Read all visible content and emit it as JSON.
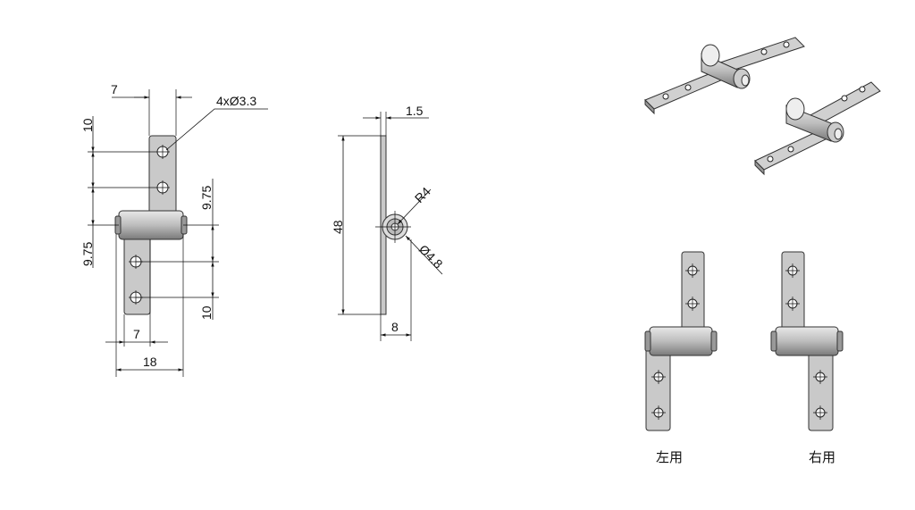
{
  "front_view": {
    "dim_top_width": "7",
    "dim_hole_spec": "4xØ3.3",
    "dim_left_upper": "10",
    "dim_left_lower": "9.75",
    "dim_right_upper": "9.75",
    "dim_right_lower": "10",
    "dim_bottom_width": "7",
    "dim_total_width": "18"
  },
  "side_view": {
    "dim_thickness": "1.5",
    "dim_height": "48",
    "dim_radius": "R4",
    "dim_pin_diameter": "Ø4.8",
    "dim_depth": "8"
  },
  "variants": {
    "left_label": "左用",
    "right_label": "右用"
  }
}
